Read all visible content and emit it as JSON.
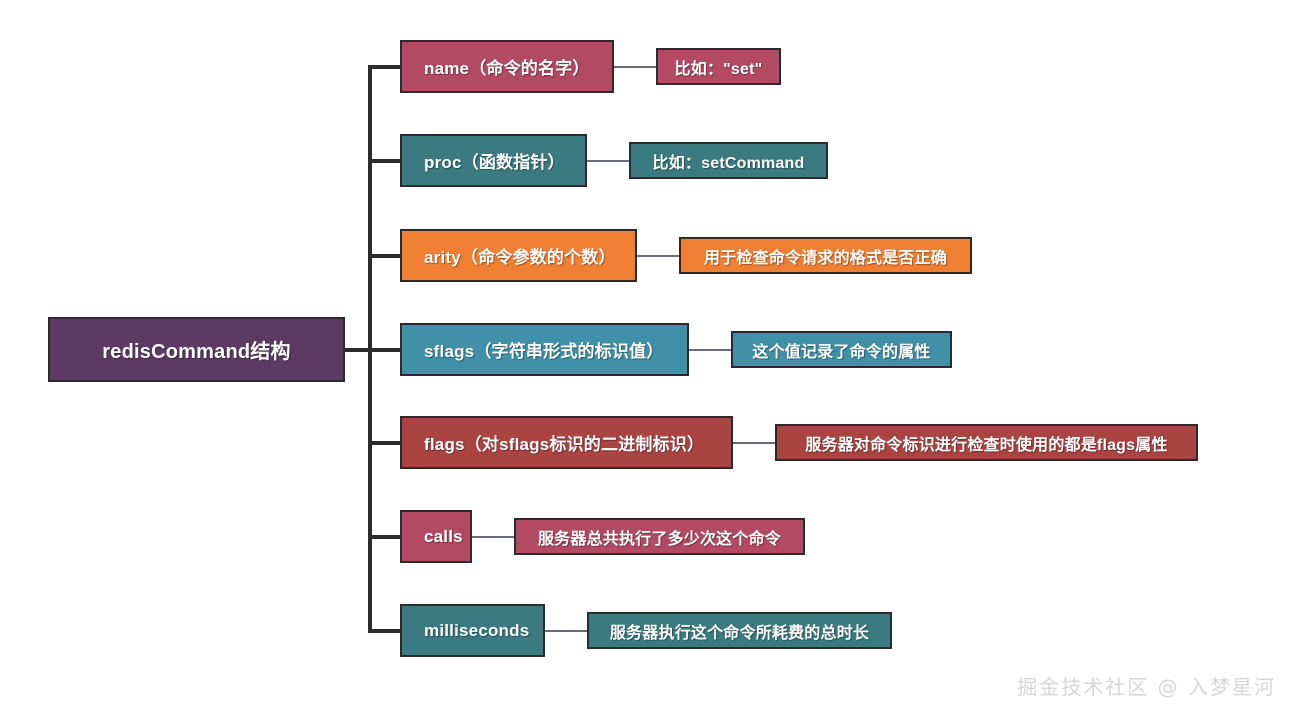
{
  "diagram": {
    "title": "redisCommand结构",
    "root": {
      "label": "redisCommand结构",
      "color": "#5c3a63"
    },
    "branches": [
      {
        "label": "name（命令的名字）",
        "color": "#b24a63",
        "leaf": {
          "label": "比如：\"set\"",
          "color": "#b24a63"
        }
      },
      {
        "label": "proc（函数指针）",
        "color": "#3a7a80",
        "leaf": {
          "label": "比如：setCommand",
          "color": "#3a7a80"
        }
      },
      {
        "label": "arity（命令参数的个数）",
        "color": "#ef7f32",
        "leaf": {
          "label": "用于检查命令请求的格式是否正确",
          "color": "#ef7f32"
        }
      },
      {
        "label": "sflags（字符串形式的标识值）",
        "color": "#4090a8",
        "leaf": {
          "label": "这个值记录了命令的属性",
          "color": "#4090a8"
        }
      },
      {
        "label": "flags（对sflags标识的二进制标识）",
        "color": "#a94442",
        "leaf": {
          "label": "服务器对命令标识进行检查时使用的都是flags属性",
          "color": "#a94442"
        }
      },
      {
        "label": "calls",
        "color": "#b24a63",
        "leaf": {
          "label": "服务器总共执行了多少次这个命令",
          "color": "#b24a63"
        }
      },
      {
        "label": "milliseconds",
        "color": "#3a7a80",
        "leaf": {
          "label": "服务器执行这个命令所耗费的总时长",
          "color": "#3a7a80"
        }
      }
    ],
    "watermark": "掘金技术社区 @ 入梦星河",
    "colors": {
      "background": "#ffffff",
      "border": "#2b2b2b",
      "trunk": "#2b2b2b",
      "thin_connector": "#6b6b80",
      "text": "#ffffff"
    }
  }
}
